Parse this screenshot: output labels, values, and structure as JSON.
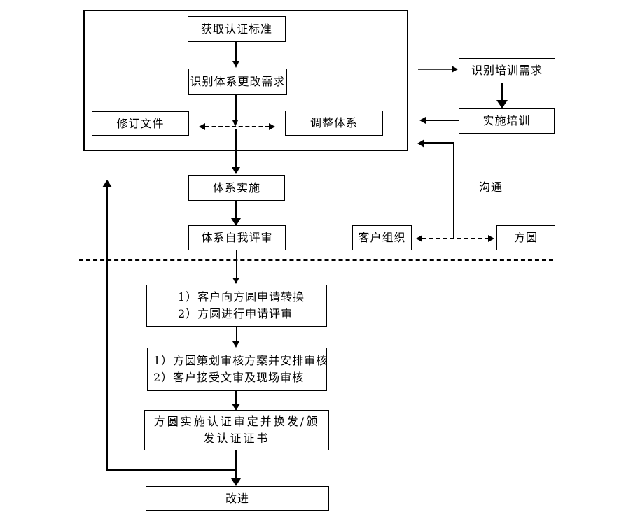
{
  "flowchart": {
    "top_group": {
      "obtain_standard": "获取认证标准",
      "identify_system_change": "识别体系更改需求",
      "revise_documents": "修订文件",
      "adjust_system": "调整体系"
    },
    "training": {
      "identify_training_needs": "识别培训需求",
      "implement_training": "实施培训"
    },
    "middle": {
      "system_implementation": "体系实施",
      "system_self_review": "体系自我评审"
    },
    "communication": {
      "label": "沟通",
      "customer_organization": "客户组织",
      "fangyuan": "方圆"
    },
    "bottom": {
      "application": [
        "1）客户向方圆申请转换",
        "2）方圆进行申请评审"
      ],
      "audit_plan": [
        "1）方圆策划审核方案并安排审核",
        "2）客户接受文审及现场审核"
      ],
      "certification": [
        "方圆实施认证审定并换发/颁",
        "发认证证书"
      ],
      "improvement": "改进"
    },
    "colors": {
      "line": "#000000",
      "background": "#ffffff"
    }
  }
}
